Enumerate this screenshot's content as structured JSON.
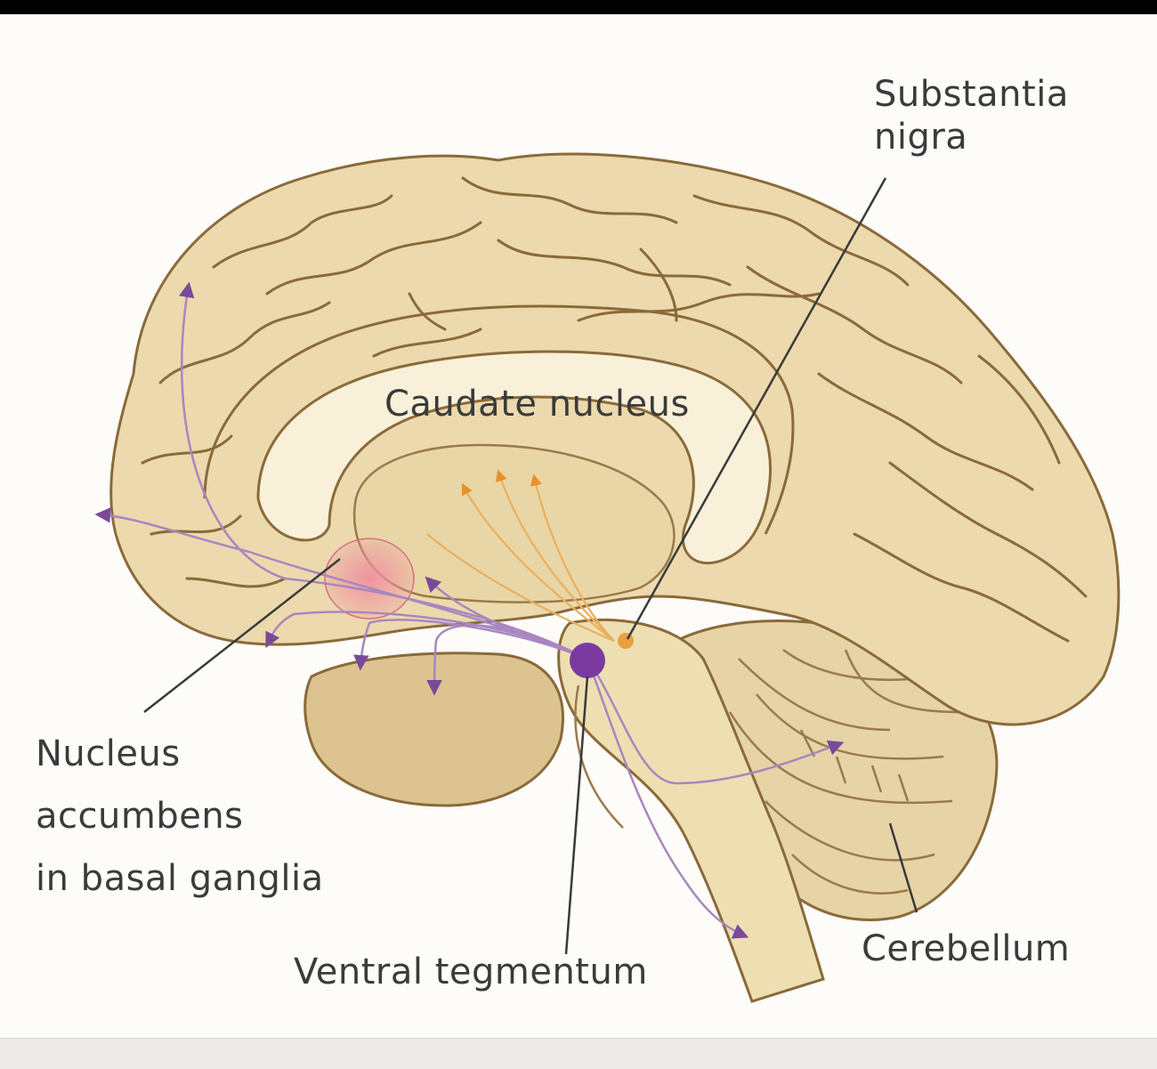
{
  "labels": {
    "substantia_nigra": [
      "Substantia",
      "nigra"
    ],
    "caudate_nucleus": [
      "Caudate nucleus"
    ],
    "nucleus_accumbens": [
      "Nucleus",
      "accumbens",
      "in basal ganglia"
    ],
    "ventral_tegmentum": [
      "Ventral tegmentum"
    ],
    "cerebellum": [
      "Cerebellum"
    ]
  },
  "colors": {
    "tissue": "#ecd9ad",
    "tissue_dark": "#d8bd85",
    "gyri_stroke": "#8a6a3a",
    "callosum": "#f8f0d8",
    "pathway_purple": "#8a5aa8",
    "dopamine_dot": "#7a3aa0",
    "caudate_orange": "#e8a040",
    "accumbens_pink": "#e98a9a",
    "leader_line": "#3a3a3a"
  }
}
